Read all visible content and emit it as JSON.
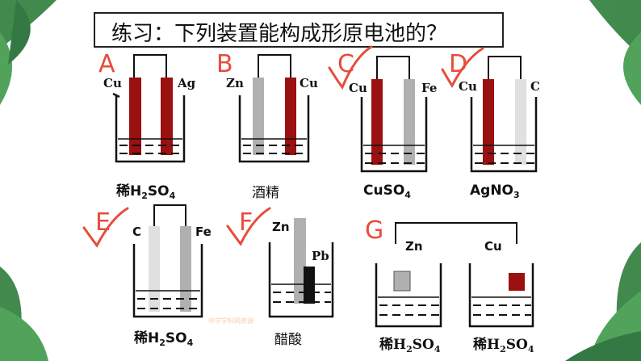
{
  "title": "练习：下列装置能构成形原电池的？",
  "setups": [
    {
      "letter": "A",
      "left": "Cu",
      "right": "Ag",
      "solution": [
        "稀H",
        "2",
        "SO",
        "4"
      ]
    },
    {
      "letter": "B",
      "left": "Zn",
      "right": "Cu",
      "solution": [
        "酒精"
      ]
    },
    {
      "letter": "C",
      "left": "Cu",
      "right": "Fe",
      "solution": [
        "CuSO",
        "4"
      ]
    },
    {
      "letter": "D",
      "left": "Cu",
      "right": "C",
      "solution": [
        "AgNO",
        "3"
      ]
    },
    {
      "letter": "E",
      "left": "C",
      "right": "Fe",
      "solution": [
        "稀H",
        "2",
        "SO",
        "4"
      ]
    },
    {
      "letter": "F",
      "left": "Zn",
      "right": "Pb",
      "solution": [
        "醋酸"
      ]
    },
    {
      "letter": "G",
      "left": "Zn",
      "right": "Cu",
      "solution_left": [
        "稀H",
        "2",
        "SO",
        "4"
      ],
      "solution_right": [
        "稀H",
        "2",
        "SO",
        "4"
      ]
    }
  ],
  "colors": {
    "copper": "#9b1010",
    "silver": "#9b1010",
    "zinc": "#b0b0b0",
    "carbon": "#e0e0e0",
    "iron": "#b0b0b0",
    "lead": "#111111",
    "check": "#e74c3c",
    "letter": "#e74c3c",
    "leaf": "#2e7d3a"
  },
  "watermark": "中学学科网资源"
}
